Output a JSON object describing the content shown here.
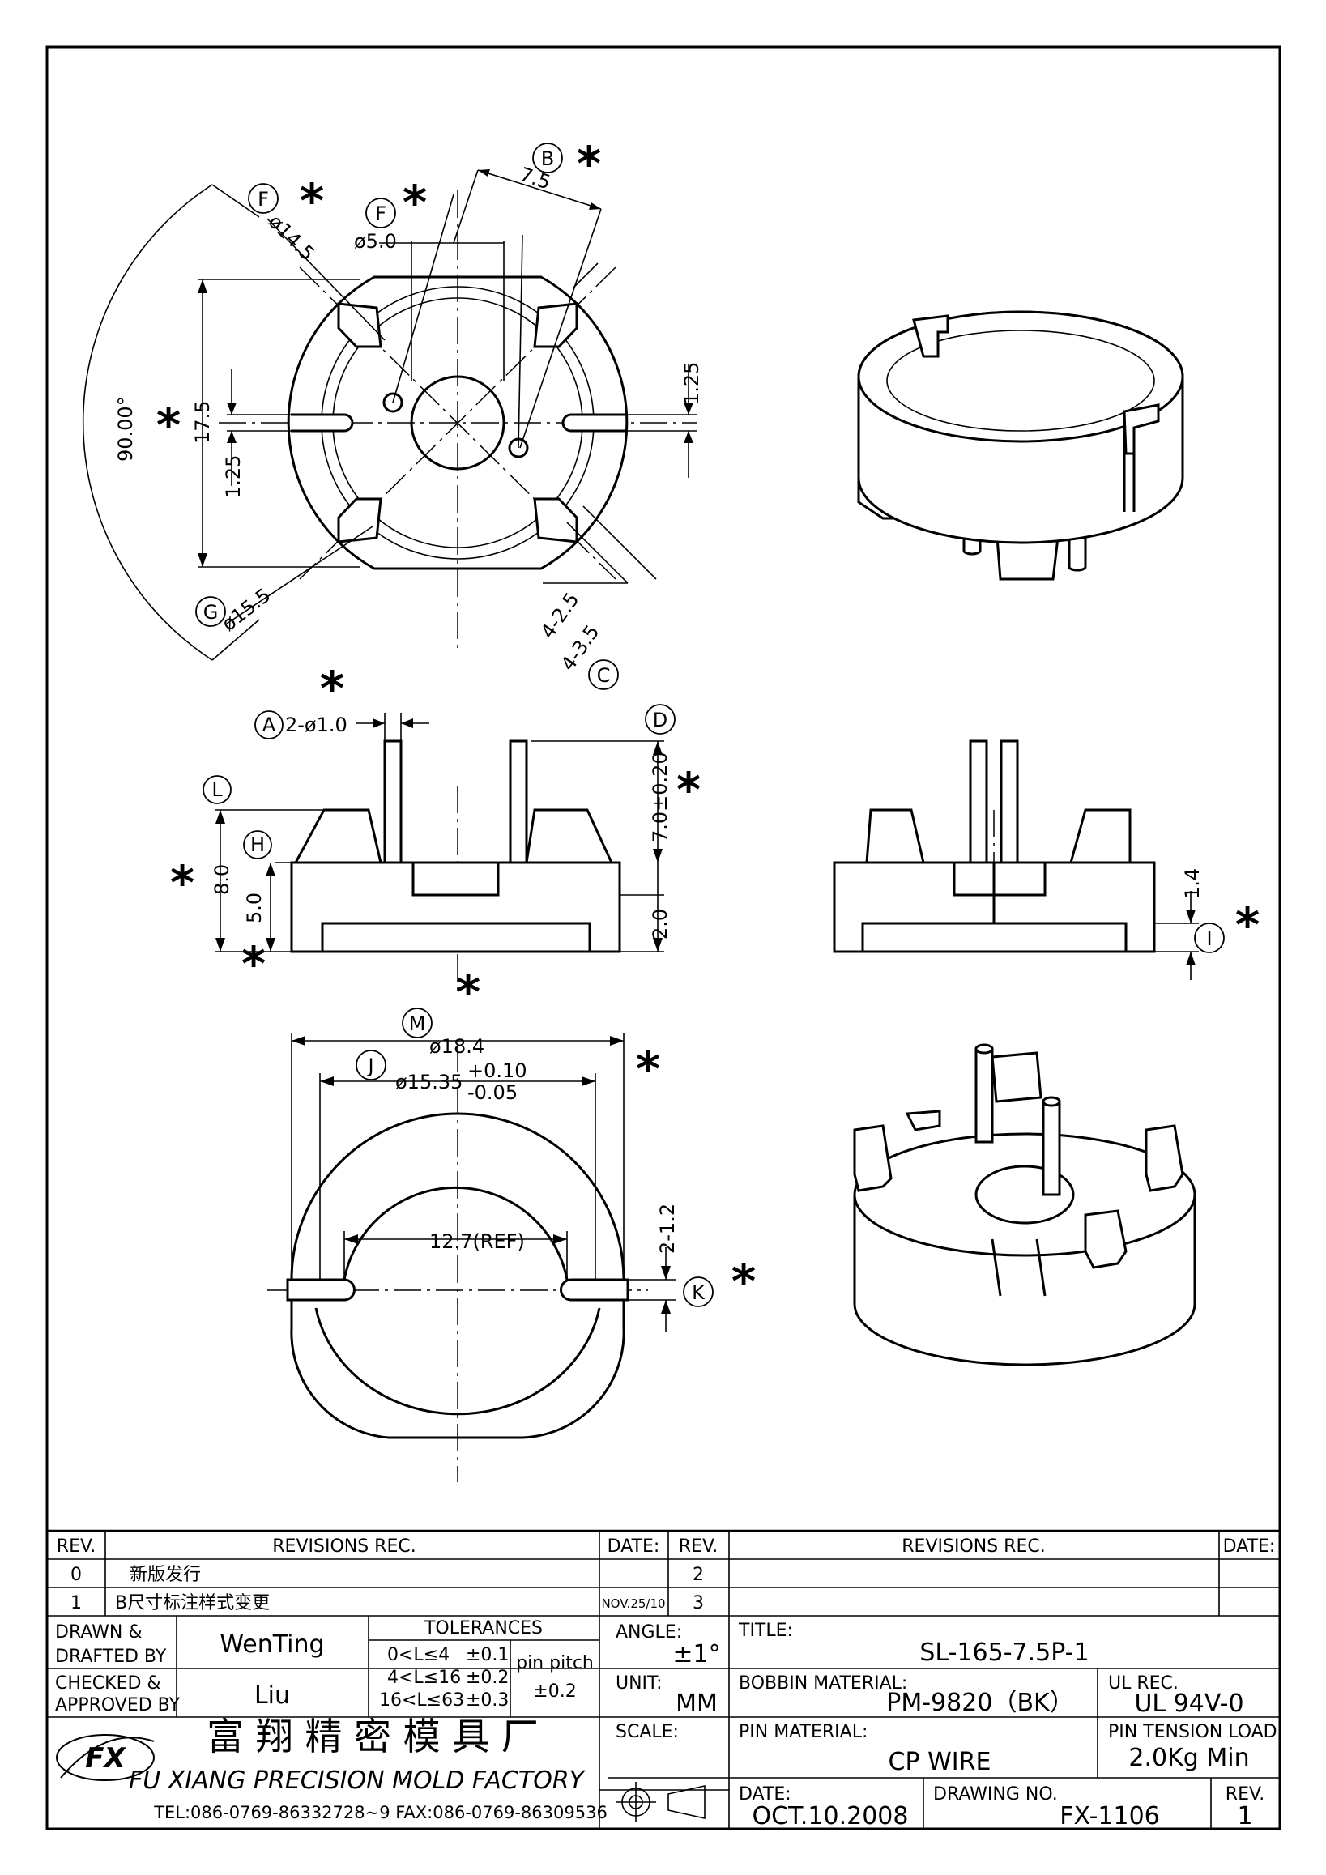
{
  "drawing": {
    "callouts": {
      "A": "A",
      "B": "B",
      "C": "C",
      "D": "D",
      "F1": "F",
      "F2": "F",
      "G": "G",
      "H": "H",
      "I": "I",
      "J": "J",
      "K": "K",
      "L": "L",
      "M": "M"
    },
    "critical_mark": "*",
    "top_view": {
      "dia_14_5": "ø14.5",
      "dia_5_0": "ø5.0",
      "pitch_7_5": "7.5",
      "angle_90": "90.00°",
      "dim_17_5": "17.5",
      "dim_1_25_left": "1.25",
      "dim_1_25_right": "1.25",
      "dia_15_5": "ø15.5",
      "slot_2_5": "4-2.5",
      "slot_3_5": "4-3.5"
    },
    "side_view": {
      "pin_dia": "2-ø1.0",
      "pin_len": "7.0±0.20",
      "h_8_0": "8.0",
      "h_5_0": "5.0",
      "h_2_0": "2.0",
      "h_1_4": "1.4"
    },
    "bottom_view": {
      "dia_18_4": "ø18.4",
      "dia_15_35": "ø15.35",
      "tol_plus": "+0.10",
      "tol_minus": "-0.05",
      "ref_12_7": "12.7(REF)",
      "gap_2_1_2": "2-1.2"
    }
  },
  "title_block": {
    "rev_header": "REV.",
    "revisions_header": "REVISIONS    REC.",
    "date_header": "DATE:",
    "revisions_left": [
      {
        "rev": "0",
        "desc": "新版发行",
        "date": ""
      },
      {
        "rev": "1",
        "desc": "B尺寸标注样式变更",
        "date": "NOV.25/10"
      }
    ],
    "revisions_right": [
      {
        "rev": "2",
        "desc": "",
        "date": ""
      },
      {
        "rev": "3",
        "desc": "",
        "date": ""
      }
    ],
    "drawn_label_1": "DRAWN  &",
    "drawn_label_2": "DRAFTED  BY",
    "drawn_by": "WenTing",
    "checked_label_1": "CHECKED  &",
    "checked_label_2": "APPROVED  BY",
    "checked_by": "Liu",
    "tolerances_header": "TOLERANCES",
    "tolerances": [
      {
        "range": "0<L≤4",
        "tol": "±0.1"
      },
      {
        "range": "4<L≤16",
        "tol": "±0.2"
      },
      {
        "range": "16<L≤63",
        "tol": "±0.3"
      }
    ],
    "pin_pitch_label": "pin  pitch",
    "pin_pitch_tol": "±0.2",
    "angle_label": "ANGLE:",
    "angle_value": "±1°",
    "unit_label": "UNIT:",
    "unit_value": "MM",
    "scale_label": "SCALE:",
    "title_label": "TITLE:",
    "title_value": "SL-165-7.5P-1",
    "bobbin_label": "BOBBIN  MATERIAL:",
    "bobbin_value": "PM-9820（BK）",
    "ul_label": "UL  REC.",
    "ul_value": "UL  94V-0",
    "pin_material_label": "PIN  MATERIAL:",
    "pin_material_value": "CP  WIRE",
    "pin_tension_label": "PIN  TENSION  LOAD:",
    "pin_tension_value": "2.0Kg  Min",
    "date_label": "DATE:",
    "date_value": "OCT.10.2008",
    "drawing_no_label": "DRAWING  NO.",
    "drawing_no_value": "FX-1106",
    "rev_label": "REV.",
    "rev_value": "1",
    "company_cn": "富 翔 精 密 模 具 厂",
    "company_en": "FU XIANG PRECISION MOLD FACTORY",
    "company_contact": "TEL:086-0769-86332728~9   FAX:086-0769-86309536",
    "logo_text": "FX"
  }
}
